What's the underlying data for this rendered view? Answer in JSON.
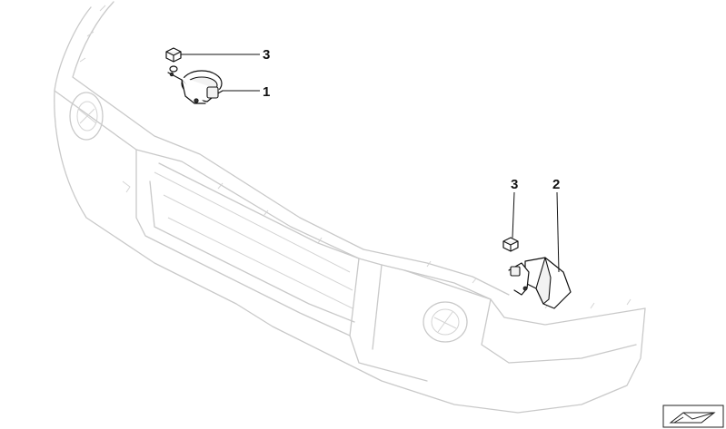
{
  "callouts": [
    {
      "id": "horn-left",
      "label": "1"
    },
    {
      "id": "horn-right",
      "label": "2"
    },
    {
      "id": "nut-left",
      "label": "3"
    },
    {
      "id": "nut-right",
      "label": "3"
    }
  ],
  "colors": {
    "ghost_outline": "#c9c9c9",
    "part_outline": "#111111",
    "label": "#111111"
  },
  "icons": [
    "front-bumper-ghost-illustration",
    "horn-icon",
    "nut-icon",
    "corner-flag-icon"
  ]
}
